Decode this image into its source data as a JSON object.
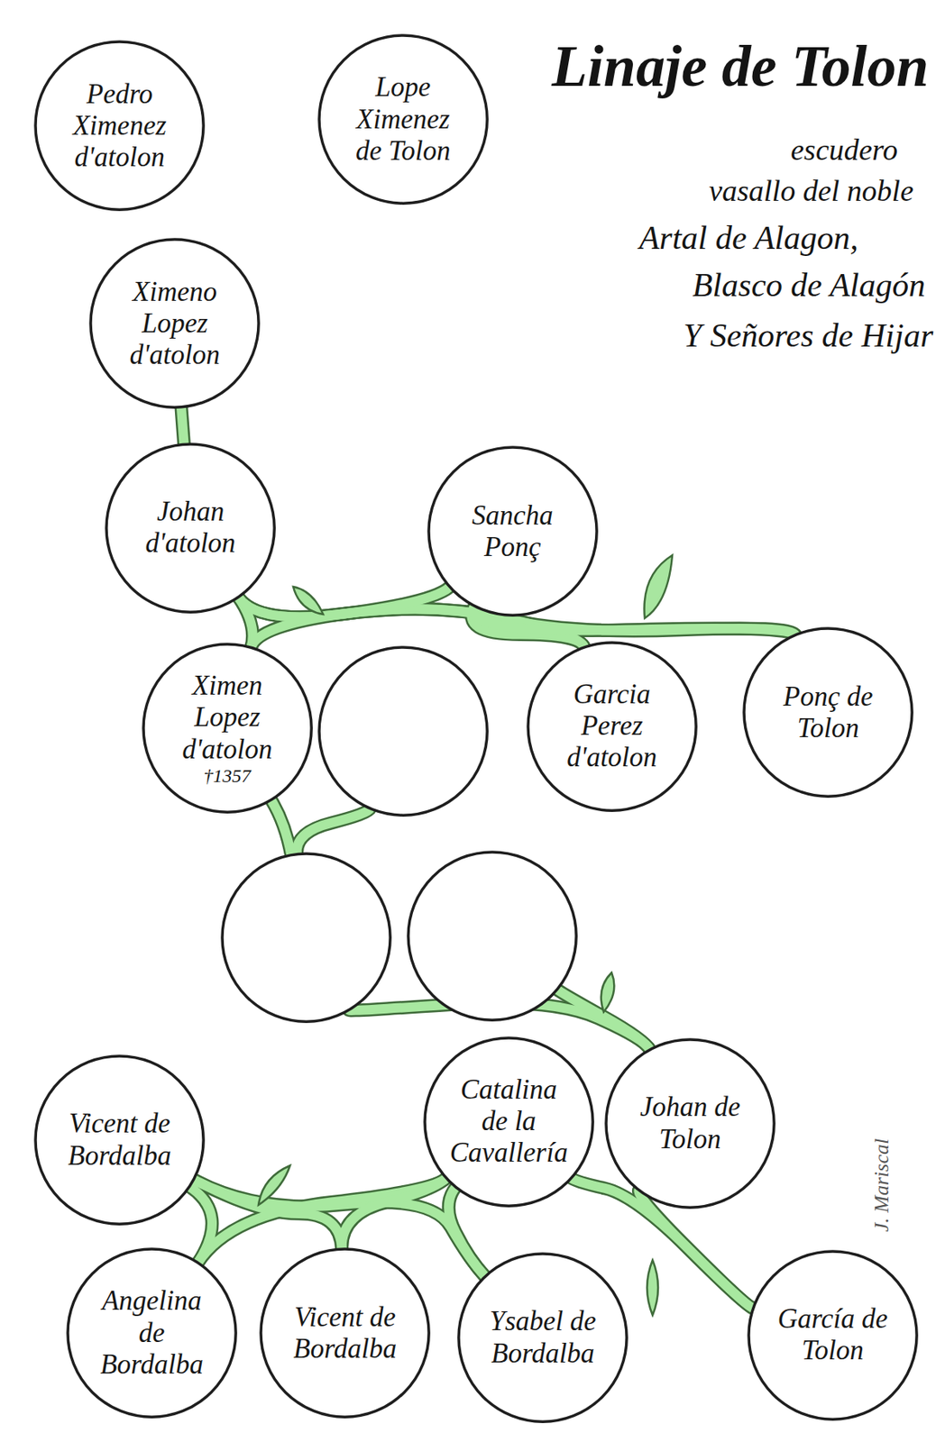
{
  "diagram": {
    "title": "Linaje de Tolon",
    "nodes": [
      {
        "text": [
          "Pedro Ximenez d'atolon"
        ]
      },
      {
        "text": [
          "Lope Ximenez de Tolon"
        ]
      },
      {
        "text": [
          "Ximeno Lopez d'atolon"
        ]
      },
      {
        "text": [
          "Johan d'atolon"
        ]
      },
      {
        "text": [
          "Sancha Ponç"
        ]
      },
      {
        "text": [
          "Ximen Lopez d'atolon",
          "†1357"
        ]
      },
      {
        "text": []
      },
      {
        "text": [
          "Garcia Perez d'atolon"
        ]
      },
      {
        "text": [
          "Ponç de Tolon"
        ]
      },
      {
        "text": []
      },
      {
        "text": []
      },
      {
        "text": [
          "Vicent de Bordalba"
        ]
      },
      {
        "text": [
          "Catalina de la Cavallería"
        ]
      },
      {
        "text": [
          "Johan de Tolon"
        ]
      },
      {
        "text": [
          "Angelina de Bordalba"
        ]
      },
      {
        "text": [
          "Vicent de Bordalba"
        ]
      },
      {
        "text": [
          "Ysabel de Bordalba"
        ]
      },
      {
        "text": [
          "García de Tolon"
        ]
      }
    ],
    "edges": [
      {
        "from": 2,
        "to": 3,
        "arrow": "none"
      },
      {
        "from": 3,
        "to": 5,
        "arrow": "none"
      },
      {
        "from": 3,
        "to": 7,
        "arrow": "none"
      },
      {
        "from": 3,
        "to": 8,
        "arrow": "none"
      },
      {
        "from": 4,
        "to": 5,
        "arrow": "none"
      },
      {
        "from": 4,
        "to": 7,
        "arrow": "none"
      },
      {
        "from": 4,
        "to": 8,
        "arrow": "none"
      },
      {
        "from": 5,
        "to": 9,
        "arrow": "none"
      },
      {
        "from": 6,
        "to": 9,
        "arrow": "none"
      },
      {
        "from": 9,
        "to": 13,
        "arrow": "none"
      },
      {
        "from": 10,
        "to": 13,
        "arrow": "none"
      },
      {
        "from": 11,
        "to": 14,
        "arrow": "none"
      },
      {
        "from": 11,
        "to": 15,
        "arrow": "none"
      },
      {
        "from": 11,
        "to": 16,
        "arrow": "none"
      },
      {
        "from": 12,
        "to": 14,
        "arrow": "none"
      },
      {
        "from": 12,
        "to": 15,
        "arrow": "none"
      },
      {
        "from": 12,
        "to": 16,
        "arrow": "none"
      },
      {
        "from": 12,
        "to": 17,
        "arrow": "none"
      },
      {
        "from": 13,
        "to": 17,
        "arrow": "none"
      }
    ],
    "labels": [
      "escudero",
      "vasallo del noble",
      "Artal de Alagon,",
      "Blasco de Alagón",
      "Y Señores de Hijar",
      "J. Mariscal"
    ]
  }
}
